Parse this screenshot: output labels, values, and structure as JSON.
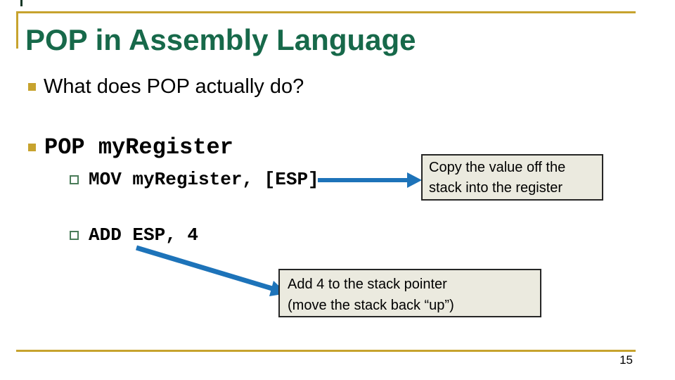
{
  "slide": {
    "title": "POP in Assembly Language",
    "page_number": "15"
  },
  "content": {
    "question": "What does POP actually do?",
    "pop_line": "POP myRegister",
    "mov_line": "MOV myRegister, [ESP]",
    "add_line": "ADD ESP, 4"
  },
  "callouts": {
    "copy": {
      "line1": "Copy the value off the",
      "line2": "stack into the register"
    },
    "add4": {
      "line1": "Add 4 to the stack pointer",
      "line2": "(move the stack back “up”)"
    }
  },
  "icons": {
    "level1_bullet": "filled-gold-square",
    "level2_bullet": "hollow-green-square",
    "arrow_to_copy_callout": "right-arrow",
    "arrow_to_add4_callout": "down-right-arrow"
  },
  "colors": {
    "title-green": "#17694A",
    "gold": "#C7A32E",
    "arrow-blue": "#1D73B9",
    "callout-bg": "#EBEADF",
    "callout-border": "#262626",
    "text": "#000000",
    "sub-bullet-green": "#4A7C59"
  }
}
